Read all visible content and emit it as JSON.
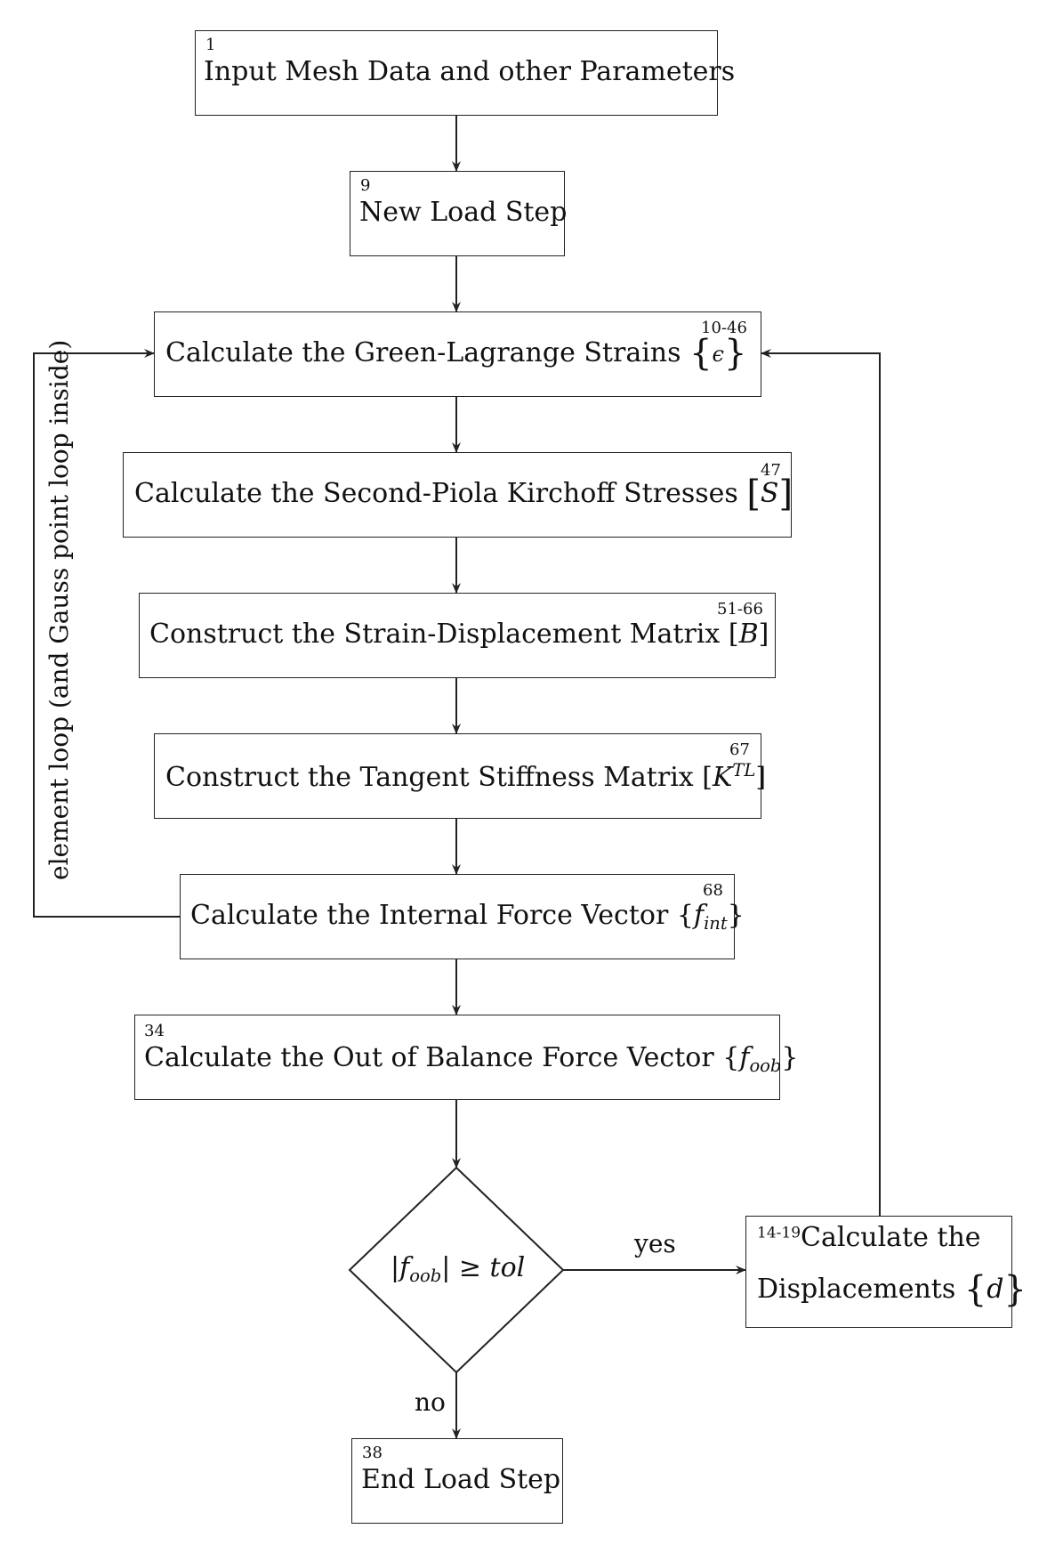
{
  "nodes": {
    "input": {
      "ref": "1",
      "label": "Input Mesh Data and other Parameters"
    },
    "new_load": {
      "ref": "9",
      "label": "New Load Step"
    },
    "strains": {
      "ref": "10-46",
      "label": "Calculate the Green-Lagrange Strains",
      "math_symbol": "ϵ"
    },
    "stresses": {
      "ref": "47",
      "label": "Calculate the Second-Piola Kirchoff Stresses",
      "math_symbol": "S"
    },
    "b_matrix": {
      "ref": "51-66",
      "label": "Construct the Strain-Displacement Matrix",
      "math_symbol": "B"
    },
    "k_matrix": {
      "ref": "67",
      "label": "Construct the Tangent Stiffness Matrix",
      "math_symbol": "K",
      "math_sup": "TL"
    },
    "fint": {
      "ref": "68",
      "label": "Calculate the Internal Force Vector",
      "math_symbol": "f",
      "math_sub": "int"
    },
    "foob": {
      "ref": "34",
      "label": "Calculate the Out of Balance Force Vector",
      "math_symbol": "f",
      "math_sub": "oob"
    },
    "decision": {
      "math_symbol": "f",
      "math_sub": "oob",
      "relation": "≥",
      "rhs": "tol"
    },
    "displacements": {
      "ref": "14-19",
      "line1": "Calculate the",
      "line2": "Displacements",
      "math_symbol": "d"
    },
    "end_load": {
      "ref": "38",
      "label": "End Load Step"
    }
  },
  "edges": {
    "yes_label": "yes",
    "no_label": "no",
    "loop_label": "element loop (and Gauss point loop inside)"
  },
  "colors": {
    "stroke": "#222222",
    "background": "#ffffff"
  }
}
